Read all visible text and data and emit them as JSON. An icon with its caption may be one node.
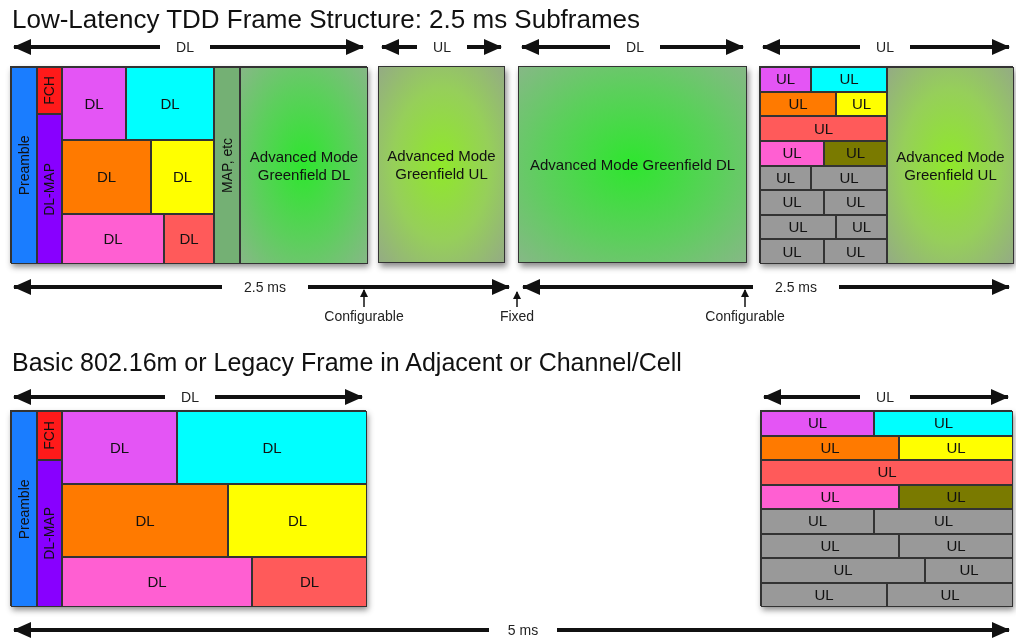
{
  "diagram": {
    "title": "Low-Latency TDD Frame Structure: 2.5 ms Subframes",
    "nodes": [
      {
        "text": [],
        "shape": "box"
      },
      {
        "text": [
          "Preamble"
        ],
        "in": 0
      },
      {
        "text": [
          "FCH"
        ],
        "in": 0
      },
      {
        "text": [
          "DL-MAP"
        ],
        "in": 0
      },
      {
        "text": [
          "DL"
        ],
        "in": 0
      },
      {
        "text": [
          "DL"
        ],
        "in": 0
      },
      {
        "text": [
          "DL"
        ],
        "in": 0
      },
      {
        "text": [
          "DL"
        ],
        "in": 0
      },
      {
        "text": [
          "DL"
        ],
        "in": 0
      },
      {
        "text": [
          "DL"
        ],
        "in": 0
      },
      {
        "text": [
          "MAP, etc"
        ],
        "in": 0
      },
      {
        "text": [
          "Advanced Mode Greenfield DL"
        ],
        "in": 0
      },
      {
        "text": [
          "Advanced Mode Greenfield UL"
        ]
      },
      {
        "text": [
          "Advanced Mode Greenfield DL"
        ]
      },
      {
        "text": [],
        "shape": "box"
      },
      {
        "text": [
          "UL"
        ],
        "in": 14
      },
      {
        "text": [
          "UL"
        ],
        "in": 14
      },
      {
        "text": [
          "UL"
        ],
        "in": 14
      },
      {
        "text": [
          "UL"
        ],
        "in": 14
      },
      {
        "text": [
          "UL"
        ],
        "in": 14
      },
      {
        "text": [
          "UL"
        ],
        "in": 14
      },
      {
        "text": [
          "UL"
        ],
        "in": 14
      },
      {
        "text": [
          "UL"
        ],
        "in": 14
      },
      {
        "text": [
          "UL"
        ],
        "in": 14
      },
      {
        "text": [
          "UL"
        ],
        "in": 14
      },
      {
        "text": [
          "UL"
        ],
        "in": 14
      },
      {
        "text": [
          "UL"
        ],
        "in": 14
      },
      {
        "text": [
          "UL"
        ],
        "in": 14
      },
      {
        "text": [
          "UL"
        ],
        "in": 14
      },
      {
        "text": [
          "UL"
        ],
        "in": 14
      },
      {
        "text": [
          "Advanced Mode Greenfield UL"
        ],
        "in": 14
      },
      {
        "text": [
          "Configurable"
        ]
      },
      {
        "text": [
          "Fixed"
        ]
      },
      {
        "text": [
          "Configurable"
        ]
      },
      {
        "text": [],
        "shape": "box"
      },
      {
        "text": [
          "Preamble"
        ],
        "in": 34
      },
      {
        "text": [
          "FCH"
        ],
        "in": 34
      },
      {
        "text": [
          "DL-MAP"
        ],
        "in": 34
      },
      {
        "text": [
          "DL"
        ],
        "in": 34
      },
      {
        "text": [
          "DL"
        ],
        "in": 34
      },
      {
        "text": [
          "DL"
        ],
        "in": 34
      },
      {
        "text": [
          "DL"
        ],
        "in": 34
      },
      {
        "text": [
          "DL"
        ],
        "in": 34
      },
      {
        "text": [
          "DL"
        ],
        "in": 34
      },
      {
        "text": [],
        "shape": "box"
      },
      {
        "text": [
          "UL"
        ],
        "in": 44
      },
      {
        "text": [
          "UL"
        ],
        "in": 44
      },
      {
        "text": [
          "UL"
        ],
        "in": 44
      },
      {
        "text": [
          "UL"
        ],
        "in": 44
      },
      {
        "text": [
          "UL"
        ],
        "in": 44
      },
      {
        "text": [
          "UL"
        ],
        "in": 44
      },
      {
        "text": [
          "UL"
        ],
        "in": 44
      },
      {
        "text": [
          "UL"
        ],
        "in": 44
      },
      {
        "text": [
          "UL"
        ],
        "in": 44
      },
      {
        "text": [
          "UL"
        ],
        "in": 44
      },
      {
        "text": [
          "UL"
        ],
        "in": 44
      },
      {
        "text": [
          "UL"
        ],
        "in": 44
      },
      {
        "text": [
          "UL"
        ],
        "in": 44
      },
      {
        "text": [
          "UL"
        ],
        "in": 44
      },
      {
        "text": [
          "UL"
        ],
        "in": 44
      }
    ],
    "edges": [
      {
        "from": 31,
        "to": null,
        "arrow": "to"
      },
      {
        "from": 32,
        "to": null,
        "arrow": "to"
      },
      {
        "from": 33,
        "to": null,
        "arrow": "to"
      }
    ],
    "labels": [
      "DL",
      "UL",
      "DL",
      "UL",
      "2.5 ms",
      "2.5 ms",
      "Basic 802.16m or Legacy Frame in Adjacent or Channel/Cell",
      "DL",
      "UL",
      "5 ms"
    ]
  }
}
